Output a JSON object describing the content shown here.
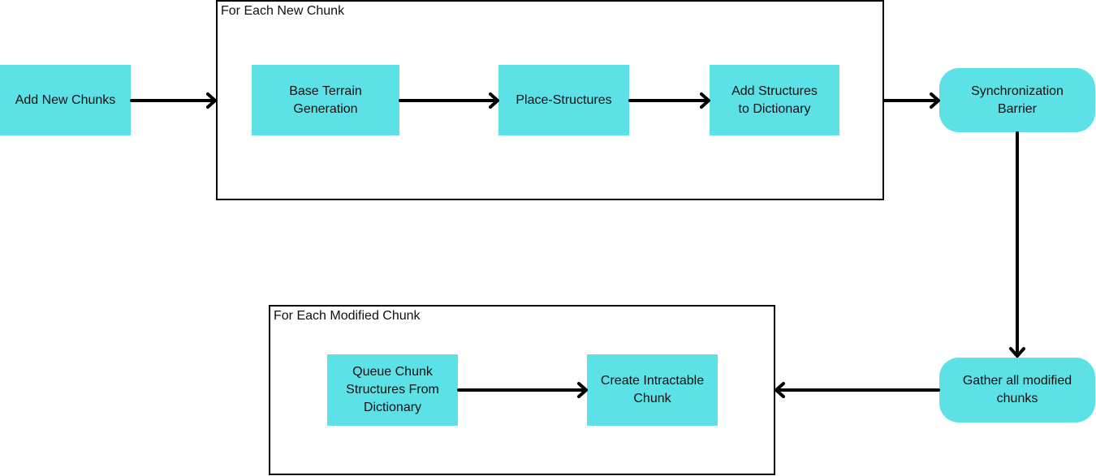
{
  "groups": {
    "new_chunk_loop": {
      "label": "For Each New Chunk"
    },
    "modified_chunk_loop": {
      "label": "For Each Modified Chunk"
    }
  },
  "nodes": {
    "add_new_chunks": {
      "label": "Add New Chunks"
    },
    "base_terrain": {
      "label": "Base Terrain Generation"
    },
    "place_structures": {
      "label": "Place-Structures"
    },
    "add_structures": {
      "label": "Add Structures to Dictionary"
    },
    "sync_barrier": {
      "label": "Synchronization Barrier"
    },
    "gather_modified": {
      "label": "Gather all modified chunks"
    },
    "queue_chunk": {
      "label": "Queue Chunk Structures From Dictionary"
    },
    "create_chunk": {
      "label": "Create Intractable Chunk"
    }
  },
  "colors": {
    "node_fill": "#5ce1e6",
    "stroke": "#000000"
  }
}
